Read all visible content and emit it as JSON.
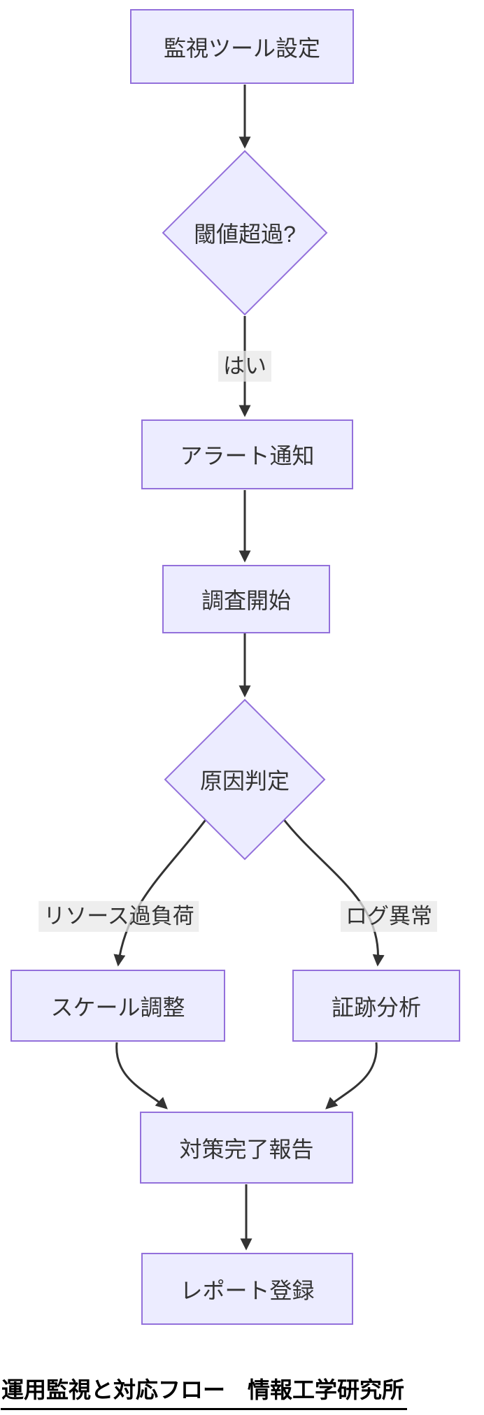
{
  "diagram": {
    "type": "flowchart-top-down",
    "title": "運用監視と対応フロー　情報工学研究所",
    "nodes": {
      "setup": {
        "label": "監視ツール設定",
        "shape": "rect"
      },
      "threshold": {
        "label": "閾値超過?",
        "shape": "diamond"
      },
      "alert": {
        "label": "アラート通知",
        "shape": "rect"
      },
      "investigate": {
        "label": "調査開始",
        "shape": "rect"
      },
      "cause": {
        "label": "原因判定",
        "shape": "diamond"
      },
      "scale": {
        "label": "スケール調整",
        "shape": "rect"
      },
      "evidence": {
        "label": "証跡分析",
        "shape": "rect"
      },
      "report": {
        "label": "対策完了報告",
        "shape": "rect"
      },
      "register": {
        "label": "レポート登録",
        "shape": "rect"
      }
    },
    "edge_labels": {
      "yes": "はい",
      "resource_overload": "リソース過負荷",
      "log_anomaly": "ログ異常"
    },
    "edges": [
      {
        "from": "setup",
        "to": "threshold",
        "label_key": null
      },
      {
        "from": "threshold",
        "to": "alert",
        "label_key": "yes"
      },
      {
        "from": "alert",
        "to": "investigate",
        "label_key": null
      },
      {
        "from": "investigate",
        "to": "cause",
        "label_key": null
      },
      {
        "from": "cause",
        "to": "scale",
        "label_key": "resource_overload"
      },
      {
        "from": "cause",
        "to": "evidence",
        "label_key": "log_anomaly"
      },
      {
        "from": "scale",
        "to": "report",
        "label_key": null
      },
      {
        "from": "evidence",
        "to": "report",
        "label_key": null
      },
      {
        "from": "report",
        "to": "register",
        "label_key": null
      }
    ],
    "colors": {
      "node_fill": "#ECECFF",
      "node_border": "#9370DB",
      "edge": "#333333",
      "edge_label_bg": "#e8e8e8",
      "node_text": "#333333",
      "title_text": "#000000",
      "background": "#ffffff"
    }
  }
}
